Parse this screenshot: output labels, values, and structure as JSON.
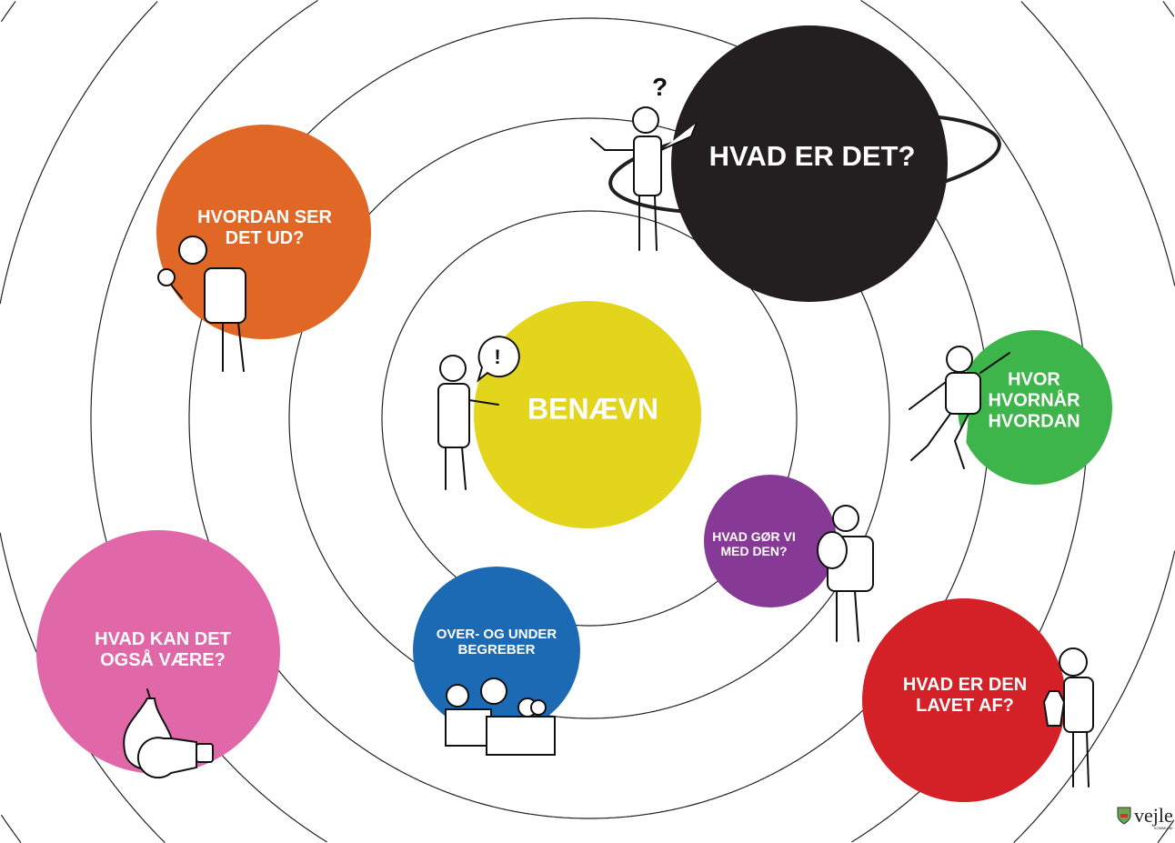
{
  "center": {
    "label": "BENÆVN",
    "color": "#e3d41c"
  },
  "topics": [
    {
      "id": "what",
      "label": "HVAD ER DET?",
      "color": "#231f20"
    },
    {
      "id": "look",
      "label": "HVORDAN SER DET UD?",
      "lines": [
        "HVORDAN SER",
        "DET UD?"
      ],
      "color": "#e06725"
    },
    {
      "id": "where",
      "label": "HVOR HVORNÅR HVORDAN",
      "lines": [
        "HVOR",
        "HVORNÅR",
        "HVORDAN"
      ],
      "color": "#3db54a"
    },
    {
      "id": "do",
      "label": "HVAD GØR VI MED DEN?",
      "lines": [
        "HVAD GØR VI",
        "MED DEN?"
      ],
      "color": "#873996"
    },
    {
      "id": "also",
      "label": "HVAD KAN DET OGSÅ VÆRE?",
      "lines": [
        "HVAD KAN DET",
        "OGSÅ VÆRE?"
      ],
      "color": "#e067a8"
    },
    {
      "id": "overunder",
      "label": "OVER- OG UNDER BEGREBER",
      "lines": [
        "OVER- OG UNDER",
        "BEGREBER"
      ],
      "color": "#1b6ab3"
    },
    {
      "id": "made",
      "label": "HVAD ER DEN LAVET AF?",
      "lines": [
        "HVAD ER DEN",
        "LAVET AF?"
      ],
      "color": "#d42027"
    }
  ],
  "bubbles": {
    "question": "?",
    "exclaim": "!"
  },
  "logo": {
    "name": "vejle",
    "sub": "KOMMUNE"
  }
}
